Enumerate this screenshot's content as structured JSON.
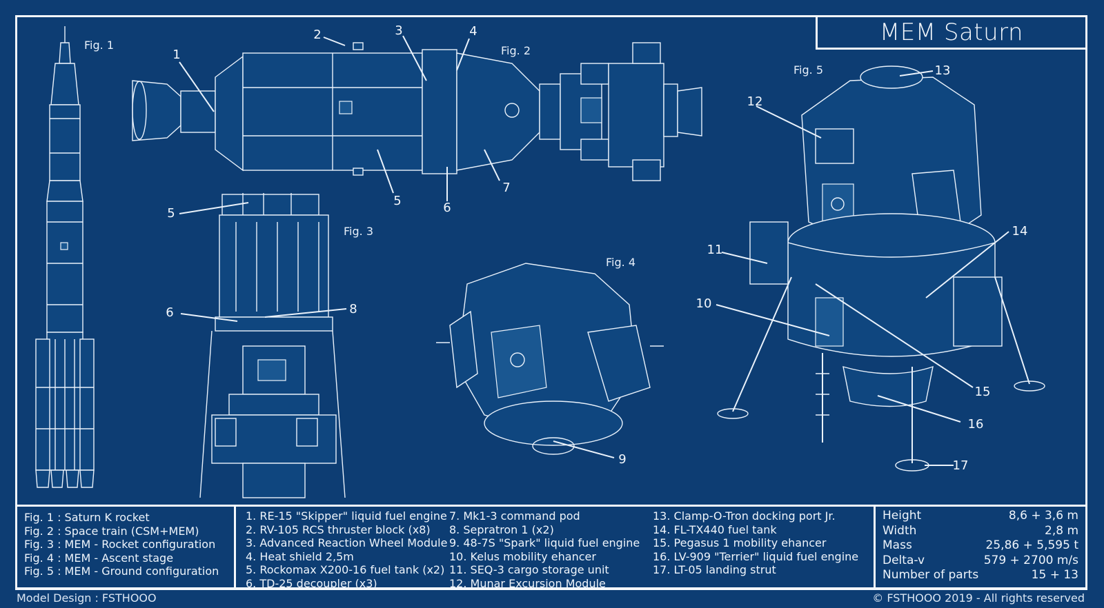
{
  "title": "MEM Saturn",
  "figure_labels": [
    "Fig. 1",
    "Fig. 2",
    "Fig. 3",
    "Fig. 4",
    "Fig. 5"
  ],
  "callouts": [
    "1",
    "2",
    "3",
    "4",
    "5",
    "5",
    "6",
    "7",
    "5",
    "6",
    "8",
    "9",
    "10",
    "11",
    "12",
    "13",
    "14",
    "15",
    "16",
    "17"
  ],
  "figures_legend": [
    "Fig. 1 : Saturn K rocket",
    "Fig. 2 : Space train (CSM+MEM)",
    "Fig. 3 : MEM - Rocket configuration",
    "Fig. 4 : MEM - Ascent stage",
    "Fig. 5 : MEM - Ground configuration"
  ],
  "parts": [
    "1. RE-15 \"Skipper\" liquid fuel engine",
    "2. RV-105 RCS thruster block (x8)",
    "3. Advanced Reaction Wheel Module",
    "4. Heat shield 2,5m",
    "5. Rockomax X200-16 fuel tank (x2)",
    "6. TD-25 decoupler (x3)",
    "7. Mk1-3 command pod",
    "8. Sepratron 1 (x2)",
    "9. 48-7S \"Spark\" liquid fuel engine",
    "10. Kelus mobility ehancer",
    "11. SEQ-3 cargo storage unit",
    "12. Munar Excursion Module",
    "13. Clamp-O-Tron docking port Jr.",
    "14. FL-TX440 fuel tank",
    "15. Pegasus 1 mobility ehancer",
    "16. LV-909 \"Terrier\" liquid fuel engine",
    "17. LT-05 landing strut"
  ],
  "specs": [
    {
      "label": "Height",
      "value": "8,6 + 3,6 m"
    },
    {
      "label": "Width",
      "value": "2,8 m"
    },
    {
      "label": "Mass",
      "value": "25,86 + 5,595 t"
    },
    {
      "label": "Delta-v",
      "value": "579 + 2700 m/s"
    },
    {
      "label": "Number of parts",
      "value": "15 + 13"
    }
  ],
  "footer": {
    "left": "Model Design : FSTHOOO",
    "right": "© FSTHOOO 2019 - All rights reserved"
  }
}
